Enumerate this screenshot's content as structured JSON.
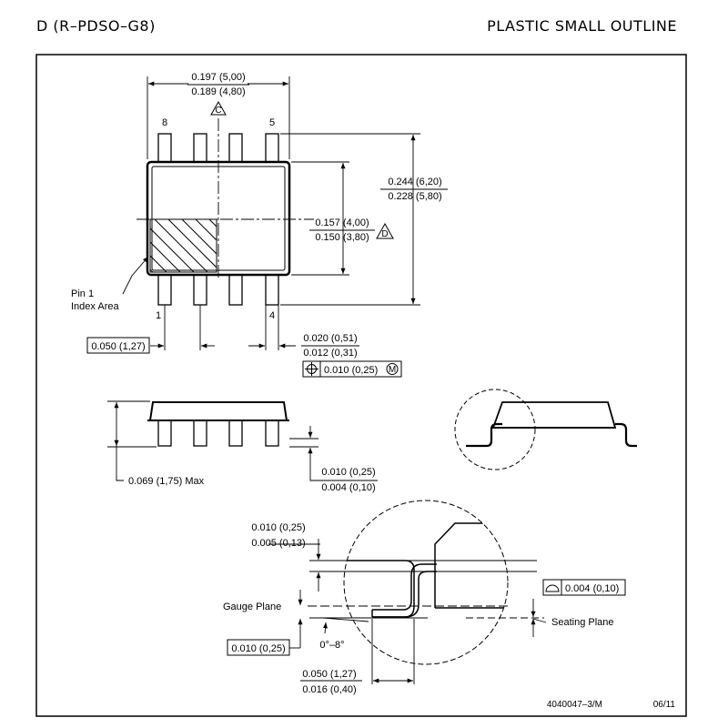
{
  "header": {
    "package_code": "D (R–PDSO–G8)",
    "package_name": "PLASTIC SMALL OUTLINE"
  },
  "top_view": {
    "body_length_max": "0.197 (5,00)",
    "body_length_min": "0.189 (4,80)",
    "datum_c": "C",
    "pin_8": "8",
    "pin_5": "5",
    "pin_1": "1",
    "pin_4": "4",
    "total_width_max": "0.244 (6,20)",
    "total_width_min": "0.228 (5,80)",
    "body_width_max": "0.157 (4,00)",
    "body_width_min": "0.150 (3,80)",
    "datum_d": "D",
    "index_label_1": "Pin 1",
    "index_label_2": "Index Area",
    "pitch": "0.050 (1,27)",
    "lead_width_max": "0.020 (0,51)",
    "lead_width_min": "0.012 (0,31)",
    "position_tol": "0.010 (0,25)",
    "mmc": "M"
  },
  "side_view": {
    "height_max": "0.069 (1,75) Max",
    "standoff_max": "0.010 (0,25)",
    "standoff_min": "0.004 (0,10)"
  },
  "detail_view": {
    "lead_thick_max": "0.010 (0,25)",
    "lead_thick_min": "0.005 (0,13)",
    "gauge_plane": "Gauge Plane",
    "gauge_dim": "0.010 (0,25)",
    "angle": "0°–8°",
    "seating_plane": "Seating Plane",
    "coplanarity": "0.004 (0,10)",
    "foot_max": "0.050 (1,27)",
    "foot_min": "0.016 (0,40)"
  },
  "footer": {
    "drawing_number": "4040047–3/M",
    "date": "06/11"
  }
}
